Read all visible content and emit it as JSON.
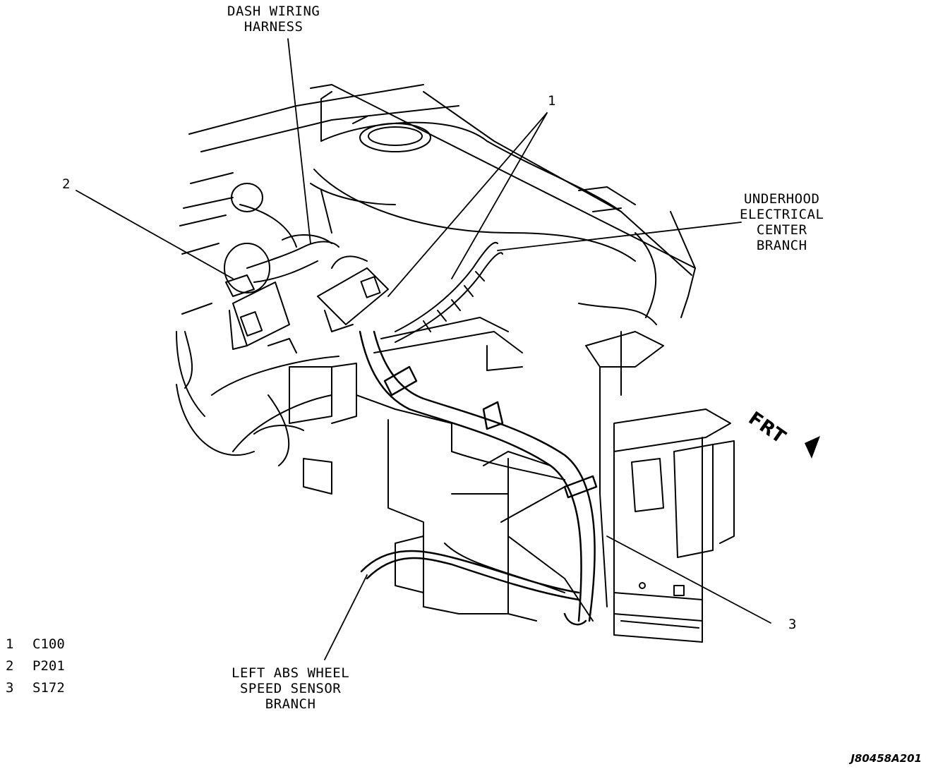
{
  "labels": {
    "dash_wiring_harness": [
      "DASH WIRING",
      "HARNESS"
    ],
    "underhood_branch": [
      "UNDERHOOD",
      "ELECTRICAL",
      "CENTER",
      "BRANCH"
    ],
    "abs_branch": [
      "LEFT ABS WHEEL",
      "SPEED SENSOR",
      "BRANCH"
    ],
    "frt": "FRT"
  },
  "callouts": {
    "c1": "1",
    "c2": "2",
    "c3": "3"
  },
  "legend": [
    {
      "key": "1",
      "value": "C100"
    },
    {
      "key": "2",
      "value": "P201"
    },
    {
      "key": "3",
      "value": "S172"
    }
  ],
  "figure_id": "J80458A201"
}
